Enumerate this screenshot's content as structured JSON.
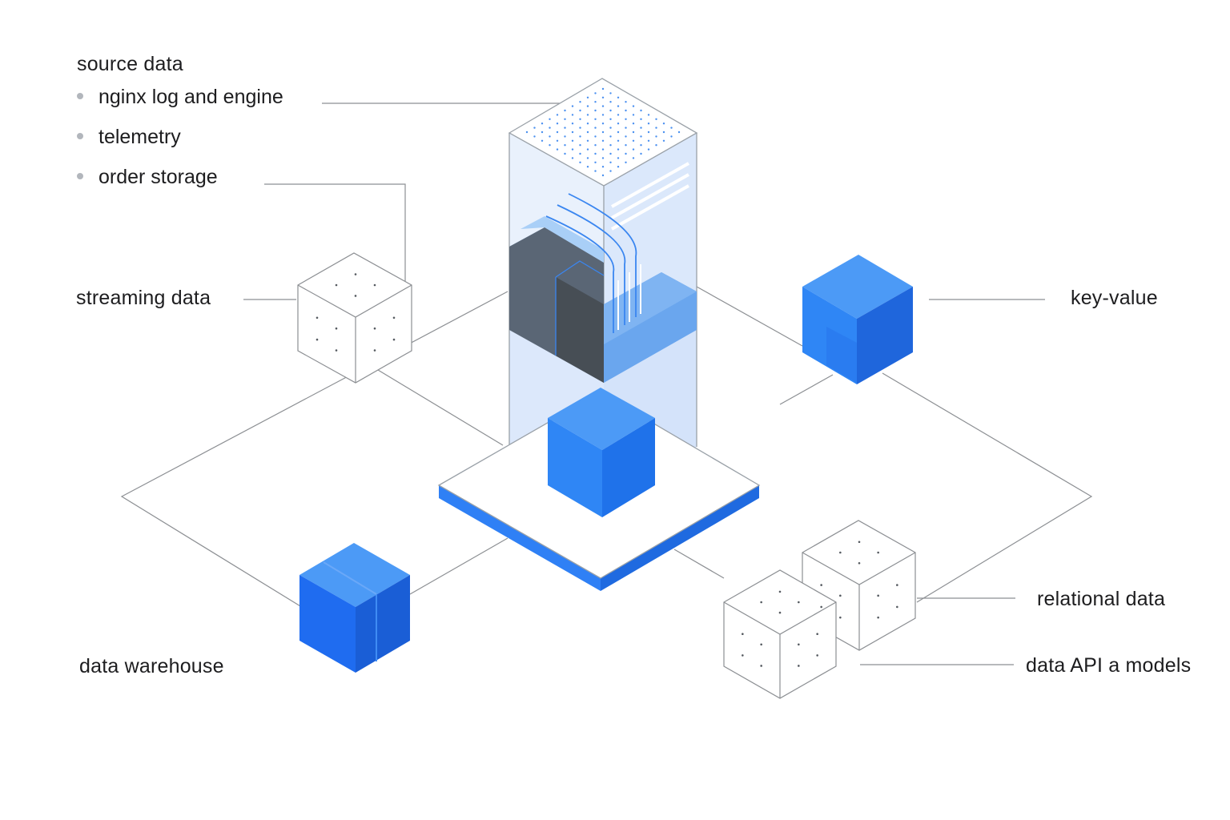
{
  "source": {
    "title": "source data",
    "items": [
      "nginx log and engine",
      "telemetry",
      "order storage"
    ]
  },
  "labels": {
    "streaming": "streaming data",
    "key_value": "key-value",
    "warehouse": "data warehouse",
    "relational": "relational data",
    "api_models": "data API a models"
  },
  "colors": {
    "accent_blue": "#2f80f5",
    "light_blue_panel": "#dbe8fb",
    "dark_slate": "#5a6675",
    "line_gray": "#8c8f93"
  }
}
